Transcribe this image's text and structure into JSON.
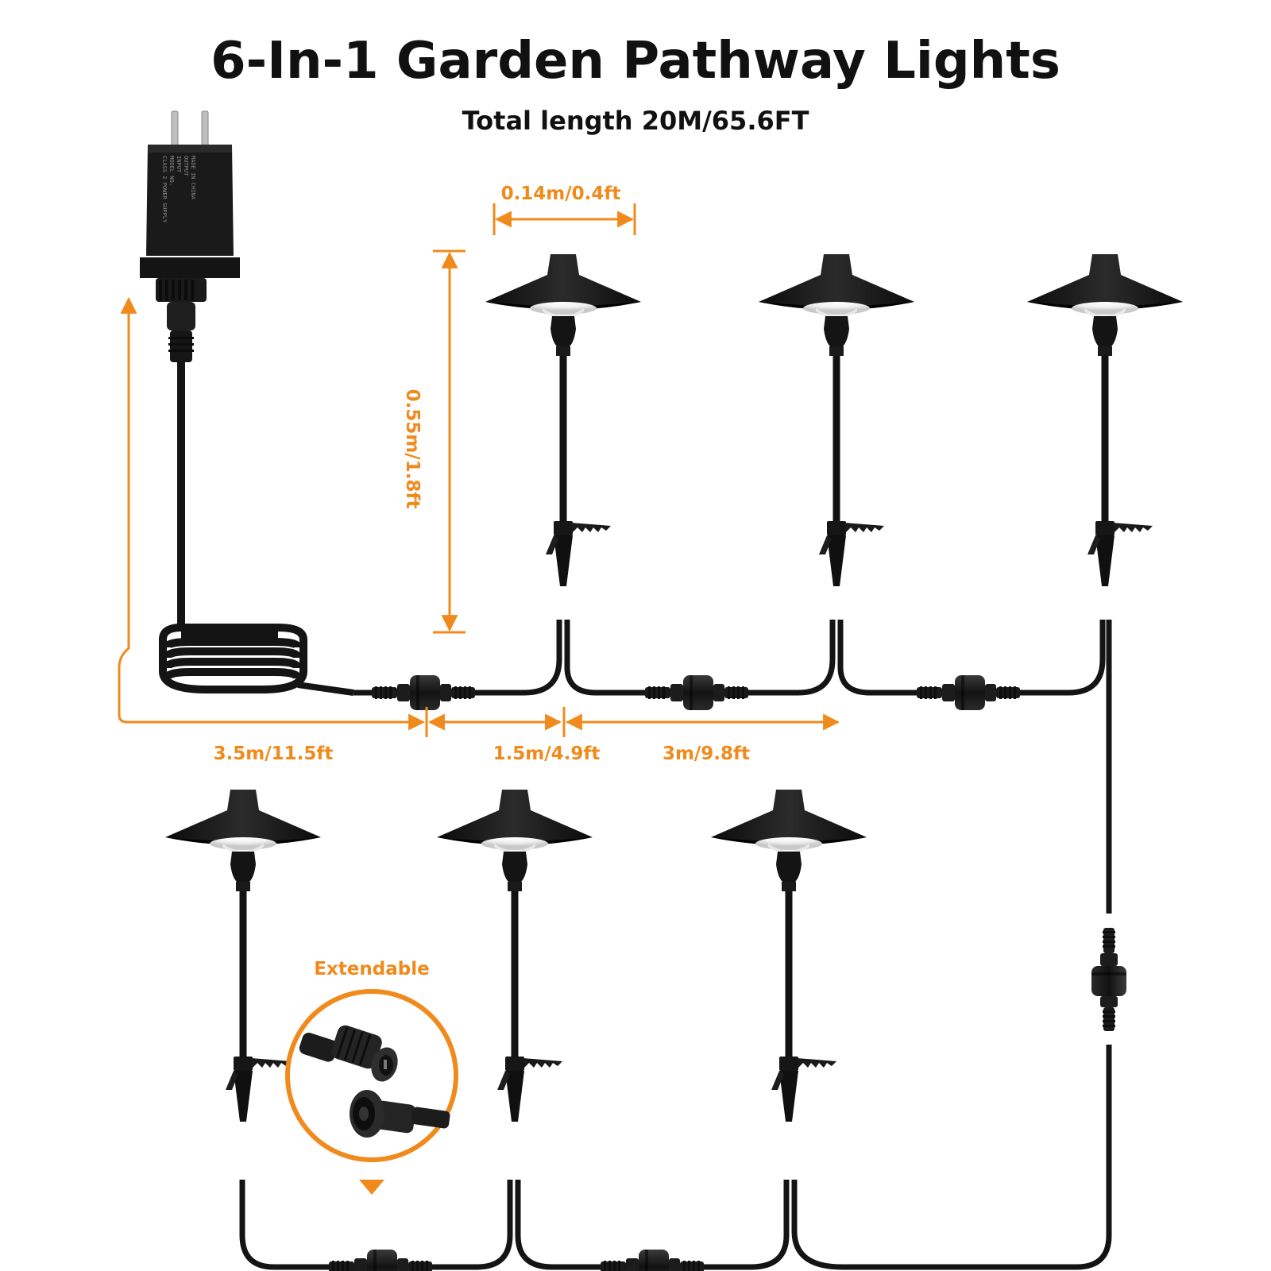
{
  "title": "6-In-1 Garden Pathway Lights",
  "subtitle": "Total length 20M/65.6FT",
  "accent_color": "#F08A1C",
  "product_color": "#151515",
  "dimensions": {
    "shade_width": "0.14m/0.4ft",
    "stake_height": "0.55m/1.8ft",
    "lead_cable": "3.5m/11.5ft",
    "first_spacing": "1.5m/4.9ft",
    "light_spacing": "3m/9.8ft"
  },
  "callout": {
    "label": "Extendable"
  },
  "parts": {
    "adapter": "power-adapter",
    "light_count": 6,
    "icon_names": [
      "plug-icon",
      "pathway-light-icon",
      "waterproof-connector-icon",
      "cable-coil-icon"
    ]
  },
  "adapter_label_lines": [
    "CLASS 2 POWER SUPPLY",
    "MODEL NO.",
    "INPUT",
    "OUTPUT",
    "MADE IN CHINA"
  ]
}
